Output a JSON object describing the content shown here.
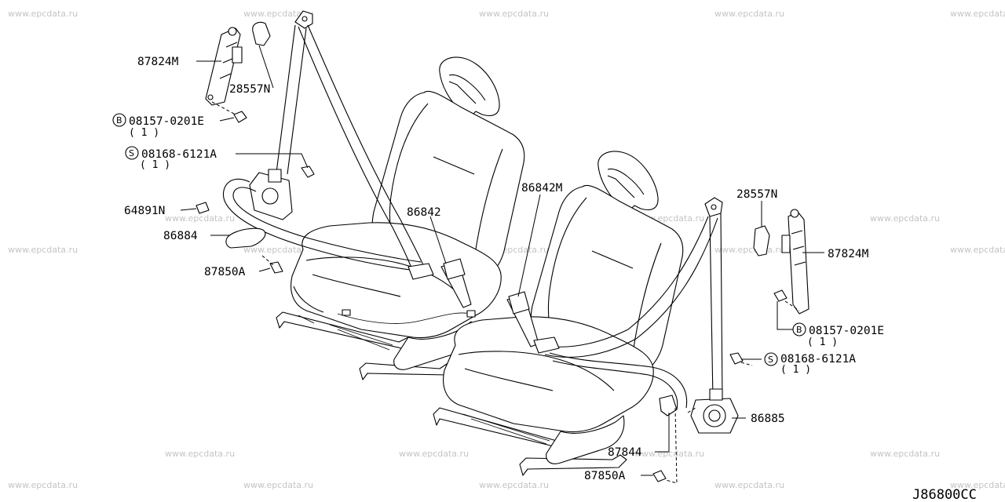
{
  "watermark": "www.epcdata.ru",
  "diagram_code": "J86800CC",
  "labels": {
    "p87824m_left": "87824M",
    "p28557n_left": "28557N",
    "p08157_left": "08157-0201E",
    "p08157_left_qty": "( 1 )",
    "p08168_left": "08168-6121A",
    "p08168_left_qty": "( 1 )",
    "p64891n": "64891N",
    "p86884": "86884",
    "p87850a_left": "87850A",
    "p86842": "86842",
    "p86842m": "86842M",
    "p28557n_right": "28557N",
    "p87824m_right": "87824M",
    "p08157_right": "08157-0201E",
    "p08157_right_qty": "( 1 )",
    "p08168_right": "08168-6121A",
    "p08168_right_qty": "( 1 )",
    "p86885": "86885",
    "p87844": "87844",
    "p87850a_right": "87850A"
  },
  "symbols": {
    "bolt": "B",
    "screw": "S"
  }
}
